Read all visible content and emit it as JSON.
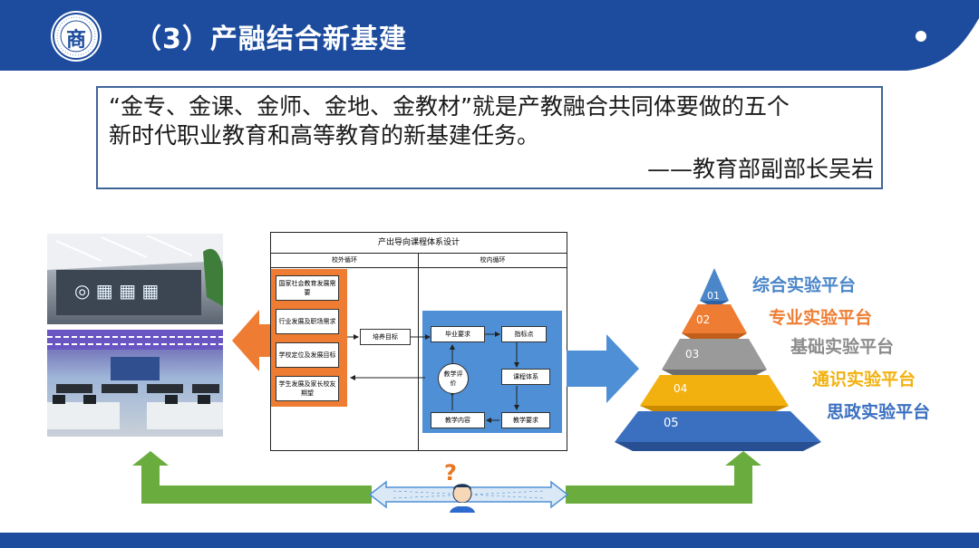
{
  "header": {
    "title": "（3）产融结合新基建",
    "logo_char": "商",
    "bg_color": "#1d4c9e"
  },
  "quote": {
    "line1": "“金专、金课、金师、金地、金教材”就是产教融合共同体要做的五个",
    "line2": "新时代职业教育和高等教育的新基建任务。",
    "attribution": "——教育部副部长吴岩"
  },
  "diagram": {
    "title": "产出导向课程体系设计",
    "left_header": "校外循环",
    "right_header": "校内循环",
    "outer_items": [
      "国家社会教育发展需要",
      "行业发展及职场需求",
      "学校定位及发展目标",
      "学生发展及家长校友期望"
    ],
    "center_box": "培养目标",
    "inner": {
      "graduation": "毕业要求",
      "indicators": "指标点",
      "curriculum": "课程体系",
      "teaching_req": "教学要求",
      "content": "教学内容",
      "evaluation": "教学评价"
    }
  },
  "pyramid": {
    "levels": [
      {
        "num": "01",
        "label": "综合实验平台",
        "color": "#4a86c8"
      },
      {
        "num": "02",
        "label": "专业实验平台",
        "color": "#ee7d33"
      },
      {
        "num": "03",
        "label": "基础实验平台",
        "color": "#8c8c8c"
      },
      {
        "num": "04",
        "label": "通识实验平台",
        "color": "#f2b10f"
      },
      {
        "num": "05",
        "label": "思政实验平台",
        "color": "#3b6fc0"
      }
    ]
  },
  "bottom": {
    "question_mark": "?"
  }
}
